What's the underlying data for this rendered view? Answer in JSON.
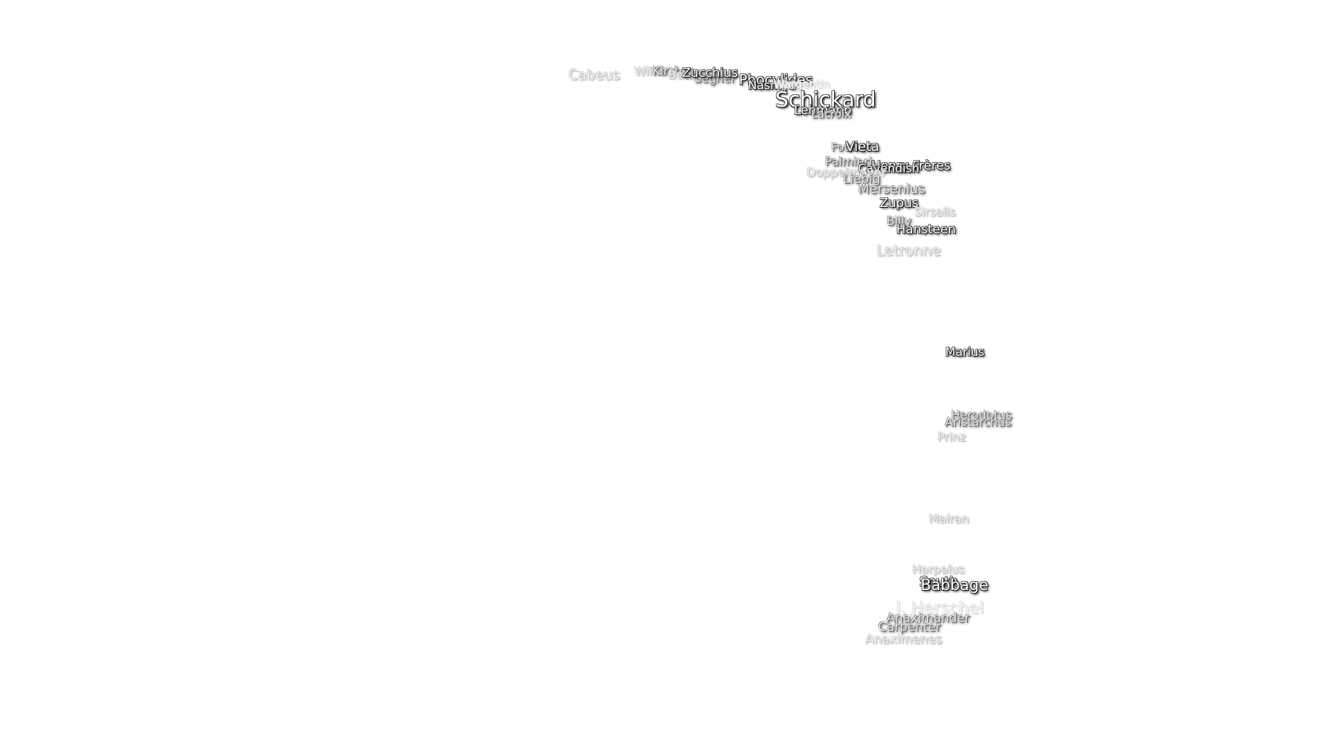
{
  "craters": [
    {
      "name": "Cabeus",
      "tone": "faint"
    },
    {
      "name": "Wilhelm",
      "tone": "faint"
    },
    {
      "name": "Kircher",
      "tone": "medium"
    },
    {
      "name": "Bettinus",
      "tone": "faint"
    },
    {
      "name": "Segner",
      "tone": "medium"
    },
    {
      "name": "Zucchius",
      "tone": "strong"
    },
    {
      "name": "Phocylides",
      "tone": "strong"
    },
    {
      "name": "Nasmyth",
      "tone": "strong"
    },
    {
      "name": "Wargentin",
      "tone": "faintest"
    },
    {
      "name": "Schickard",
      "tone": "strong"
    },
    {
      "name": "Lehmann",
      "tone": "strong"
    },
    {
      "name": "Lacroix",
      "tone": "medium"
    },
    {
      "name": "Fourier",
      "tone": "medium"
    },
    {
      "name": "Vieta",
      "tone": "strong"
    },
    {
      "name": "Palmieri",
      "tone": "medium"
    },
    {
      "name": "Henry Frères",
      "tone": "strong"
    },
    {
      "name": "Cavendish",
      "tone": "strong"
    },
    {
      "name": "Doppelmayer",
      "tone": "faint"
    },
    {
      "name": "Liebig",
      "tone": "medium"
    },
    {
      "name": "Mersenius",
      "tone": "medium"
    },
    {
      "name": "Zupus",
      "tone": "strong"
    },
    {
      "name": "Sirsalis",
      "tone": "faint"
    },
    {
      "name": "Billy",
      "tone": "medium"
    },
    {
      "name": "Hansteen",
      "tone": "strong"
    },
    {
      "name": "Letronne",
      "tone": "faint"
    },
    {
      "name": "Marius",
      "tone": "strong"
    },
    {
      "name": "Herodotus",
      "tone": "medium"
    },
    {
      "name": "Aristarchus",
      "tone": "medium"
    },
    {
      "name": "Prinz",
      "tone": "faint"
    },
    {
      "name": "Mairan",
      "tone": "faint"
    },
    {
      "name": "Harpalus",
      "tone": "faint"
    },
    {
      "name": "South",
      "tone": "strong"
    },
    {
      "name": "Babbage",
      "tone": "strong"
    },
    {
      "name": "J. Herschel",
      "tone": "faintest"
    },
    {
      "name": "Anaximander",
      "tone": "medium"
    },
    {
      "name": "Carpenter",
      "tone": "medium"
    },
    {
      "name": "Anaximenes",
      "tone": "faint"
    }
  ]
}
